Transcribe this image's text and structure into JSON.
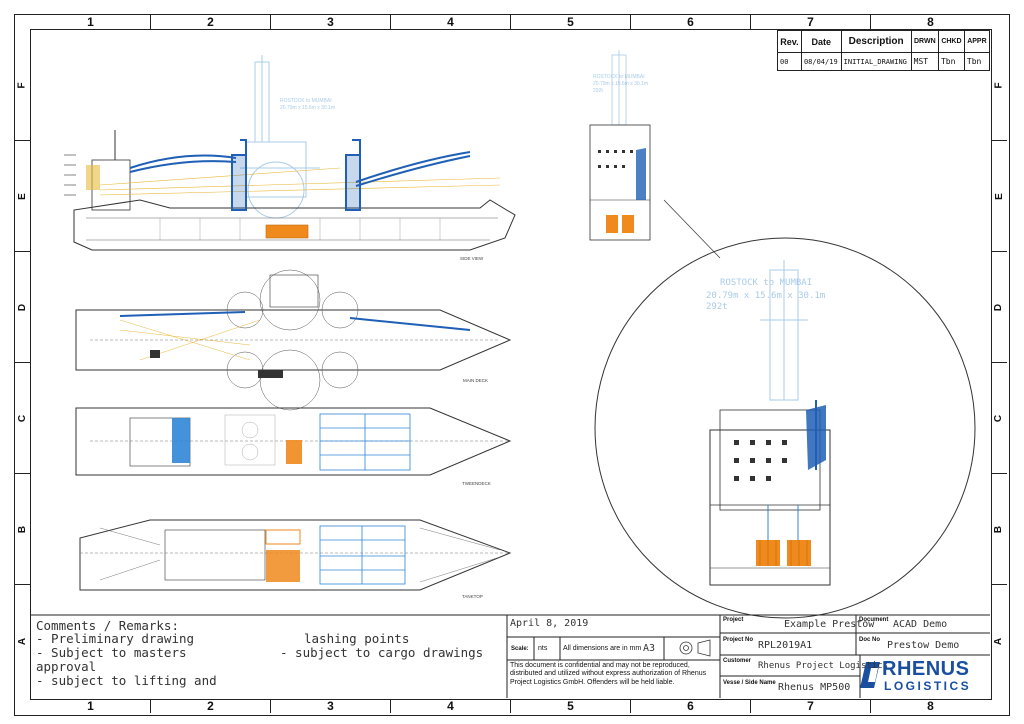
{
  "grid": {
    "columns": [
      "1",
      "2",
      "3",
      "4",
      "5",
      "6",
      "7",
      "8"
    ],
    "rows": [
      "F",
      "E",
      "D",
      "C",
      "B",
      "A"
    ]
  },
  "revision": {
    "headers": [
      "Rev.",
      "Date",
      "Description",
      "DRWN",
      "CHKD",
      "APPR"
    ],
    "rows": [
      {
        "rev": "00",
        "date": "08/04/19",
        "description": "INITIAL_DRAWING",
        "drwn": "MST",
        "chkd": "Tbn",
        "appr": "Tbn"
      }
    ]
  },
  "views": {
    "side_view": "SIDE VIEW",
    "main_deck": "MAIN DECK",
    "tweendeck": "TWEENDECK",
    "tanktop": "TANKTOP"
  },
  "crane_note": {
    "line1": "ROSTOCK to MUMBAI",
    "line2": "20.79m x 15.6m x 30.1m",
    "line3": "292t"
  },
  "remarks": {
    "title": "Comments / Remarks:",
    "col1": [
      "-  Preliminary drawing",
      "-  Subject to masters",
      "   approval",
      "-  subject to lifting and"
    ],
    "col2": [
      "lashing points",
      "-  subject to cargo drawings"
    ]
  },
  "title_block": {
    "date": "April 8, 2019",
    "scale_label": "Scale:",
    "scale_value": "nts",
    "dimensions_note": "All dimensions are in mm",
    "paper_size": "A3",
    "confidential": "This document is confidential and may not be reproduced, distributed and utilized without express authorization of Rhenus Project Logistics GmbH. Offenders will be held liable.",
    "project_label": "Project",
    "project_value": "Example Prestow",
    "document_label": "Document",
    "document_value": "ACAD Demo",
    "project_no_label": "Project No",
    "project_no_value": "RPL2019A1",
    "doc_no_label": "Doc No",
    "doc_no_value": "Prestow Demo",
    "customer_label": "Customer",
    "customer_value": "Rhenus Project Logistics",
    "vessel_label": "Vesse / Side Name",
    "vessel_value": "Rhenus MP500",
    "logo_top": "RHENUS",
    "logo_bottom": "LOGISTICS"
  },
  "colors": {
    "crane": "#1f5fb5",
    "cargo_orange": "#f08a1c",
    "cargo_blue": "#2f86d6",
    "ghost": "#a9cbe8",
    "logo": "#1a4fa0"
  }
}
